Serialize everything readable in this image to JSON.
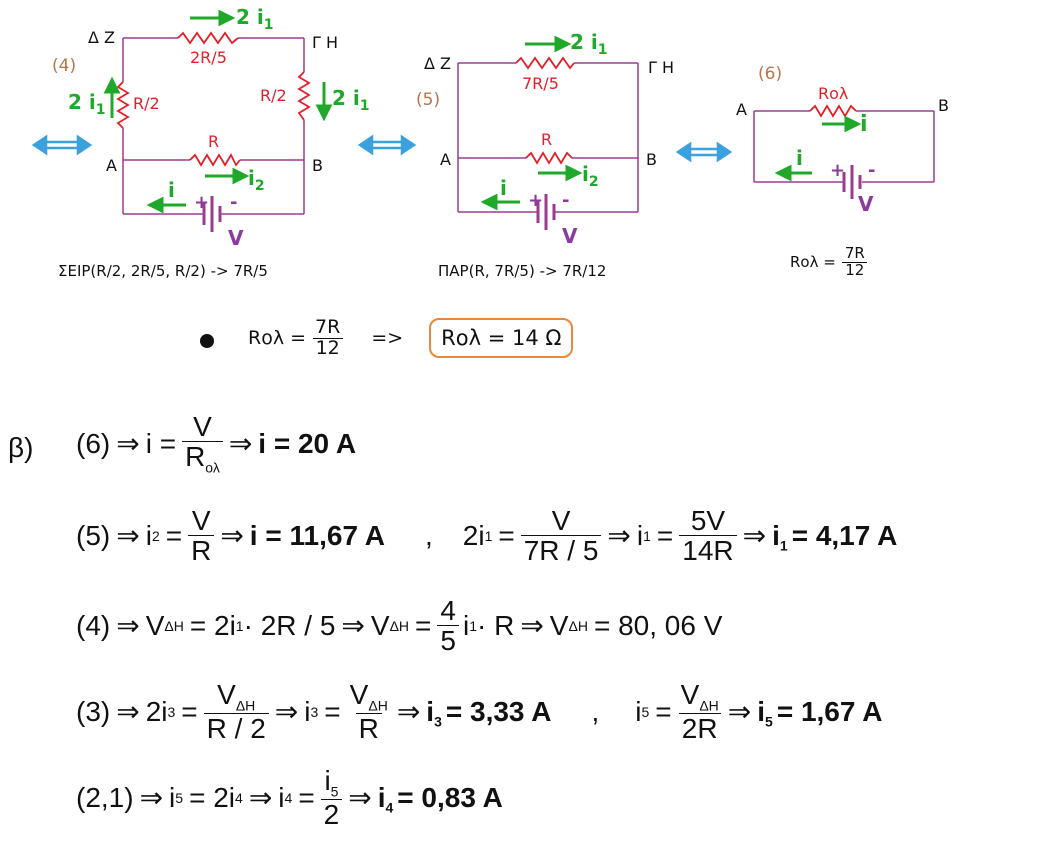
{
  "circuit4": {
    "number": "(4)",
    "node_dz": "Δ Z",
    "node_gh": "Γ Η",
    "node_a": "A",
    "node_b": "B",
    "r_top": "2R/5",
    "i_top": "2 i",
    "i_top_sub": "1",
    "r_left": "R/2",
    "i_left": "2 i",
    "i_left_sub": "1",
    "r_right": "R/2",
    "i_right": "2 i",
    "i_right_sub": "1",
    "r_mid": "R",
    "i_mid": "i",
    "i_mid_sub": "2",
    "i_bottom": "i",
    "plus": "+",
    "minus": "-",
    "v": "V",
    "caption": "ΣΕΙΡ(R/2, 2R/5, R/2) -> 7R/5"
  },
  "circuit5": {
    "number": "(5)",
    "node_dz": "Δ Z",
    "node_gh": "Γ Η",
    "node_a": "A",
    "node_b": "B",
    "r_top": "7R/5",
    "i_top": "2 i",
    "i_top_sub": "1",
    "r_mid": "R",
    "i_mid": "i",
    "i_mid_sub": "2",
    "i_bottom": "i",
    "plus": "+",
    "minus": "-",
    "v": "V",
    "caption": "ΠΑΡ(R, 7R/5) -> 7R/12"
  },
  "circuit6": {
    "number": "(6)",
    "node_a": "A",
    "node_b": "B",
    "r_top": "Rολ",
    "i_top": "i",
    "i_bottom": "i",
    "plus": "+",
    "minus": "-",
    "v": "V",
    "caption_lhs": "Rολ =",
    "caption_num": "7R",
    "caption_den": "12"
  },
  "result": {
    "lhs": "Rολ =",
    "num": "7R",
    "den": "12",
    "implies": "=>",
    "boxed": "Rολ = 14 Ω"
  },
  "part_b": {
    "label": "β)",
    "eq6": {
      "tag": "(6)",
      "i": "i =",
      "num": "V",
      "den": "R",
      "den_sub": "ολ",
      "result": "i = 20 A"
    },
    "eq5": {
      "tag": "(5)",
      "i2": "i",
      "i2_sub": "2",
      "eqsign": "=",
      "num1": "V",
      "den1": "R",
      "result1": "i = 11,67 A",
      "comma": ",",
      "lhs2": "2i",
      "lhs2_sub": "1",
      "num2": "V",
      "den2": "7R / 5",
      "i1": "i",
      "i1_sub": "1",
      "num3": "5V",
      "den3": "14R",
      "result2": "i",
      "result2_sub": "1",
      "result2_val": "= 4,17 A"
    },
    "eq4": {
      "tag": "(4)",
      "v": "V",
      "v_sub": "ΔΗ",
      "rhs1": "= 2i",
      "rhs1_sub": "1",
      "rhs1_tail": " · 2R / 5",
      "num": "4",
      "den": "5",
      "tail2": "i",
      "tail2_sub": "1",
      "tail2_rest": " · R",
      "result": "= 80, 06 V"
    },
    "eq3": {
      "tag": "(3)",
      "lhs": "2i",
      "lhs_sub": "3",
      "num1": "V",
      "num1_sub": "ΔΗ",
      "den1": "R / 2",
      "i3": "i",
      "i3_sub": "3",
      "num2": "V",
      "num2_sub": "ΔΗ",
      "den2": "R",
      "result1": "i",
      "result1_sub": "3",
      "result1_val": "= 3,33 A",
      "comma": ",",
      "i5": "i",
      "i5_sub": "5",
      "num3": "V",
      "num3_sub": "ΔΗ",
      "den3": "2R",
      "result2": "i",
      "result2_sub": "5",
      "result2_val": "= 1,67 A"
    },
    "eq21": {
      "tag": "(2,1)",
      "i5": "i",
      "i5_sub": "5",
      "rhs": "= 2i",
      "rhs_sub": "4",
      "i4": "i",
      "i4_sub": "4",
      "num": "i",
      "num_sub": "5",
      "den": "2",
      "result": "i",
      "result_sub": "4",
      "result_val": "= 0,83 A"
    }
  }
}
